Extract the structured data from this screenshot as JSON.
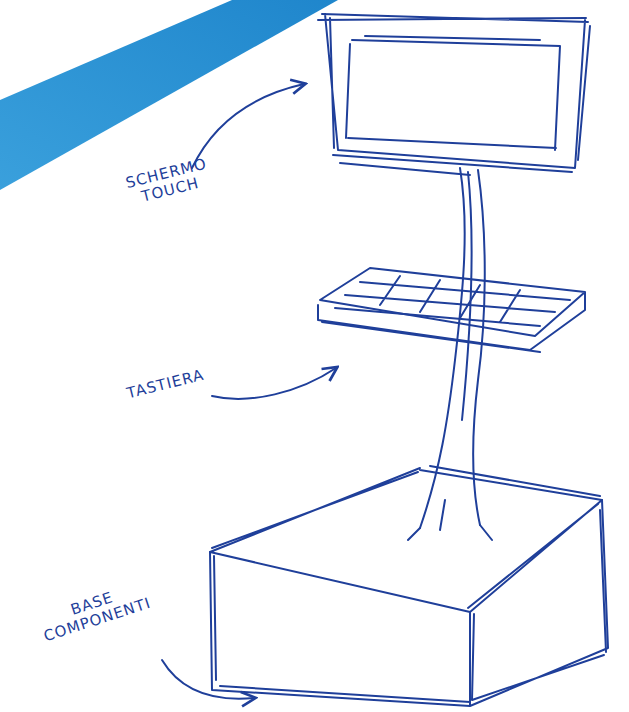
{
  "diagram": {
    "labels": [
      "SCHERMO TOUCH",
      "TASTIERA",
      "BASE COMPONENTI"
    ]
  }
}
